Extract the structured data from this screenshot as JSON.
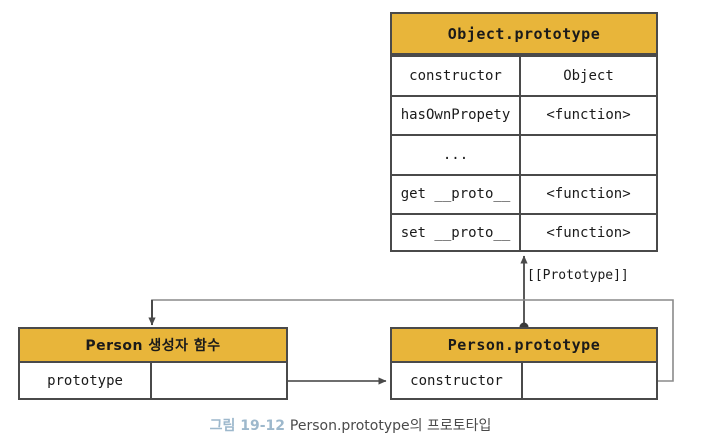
{
  "figure": {
    "caption_number": "그림 19-12",
    "caption_text": "Person.prototype의 프로토타입",
    "caption_number_color": "#9db8cc",
    "caption_text_color": "#4a4a4a"
  },
  "colors": {
    "header_fill": "#e8b53a",
    "border": "#4a4a4a",
    "wire": "#5a5a5a",
    "background": "#ffffff",
    "text": "#1a1a1a"
  },
  "object_prototype": {
    "title": "Object.prototype",
    "rows": [
      {
        "key": "constructor",
        "value": "Object"
      },
      {
        "key": "hasOwnPropety",
        "value": "<function>"
      },
      {
        "key": "...",
        "value": ""
      },
      {
        "key": "get __proto__",
        "value": "<function>"
      },
      {
        "key": "set __proto__",
        "value": "<function>"
      }
    ]
  },
  "person_constructor": {
    "title": "Person 생성자 함수",
    "rows": [
      {
        "key": "prototype",
        "value": ""
      }
    ]
  },
  "person_prototype": {
    "title": "Person.prototype",
    "rows": [
      {
        "key": "constructor",
        "value": ""
      }
    ]
  },
  "links": {
    "prototype_label": "[[Prototype]]"
  }
}
